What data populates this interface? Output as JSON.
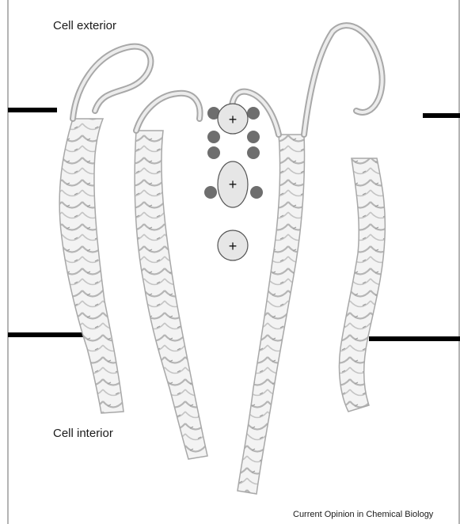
{
  "figure": {
    "labels": {
      "exterior": "Cell exterior",
      "interior": "Cell interior"
    },
    "caption": "Current Opinion in Chemical Biology",
    "ion_symbol": "+",
    "icons": {
      "membrane_marker": "membrane-boundary-line",
      "ion": "cation-ion",
      "carbonyl": "carbonyl-oxygen-sphere",
      "helix": "protein-helix-ribbon"
    },
    "colors": {
      "membrane_marker": "#000000",
      "ion_fill": "#e6e6e6",
      "carbonyl": "#6e6e6e",
      "ribbon": "#ececec",
      "ribbon_edge": "#b9b9b9"
    }
  }
}
